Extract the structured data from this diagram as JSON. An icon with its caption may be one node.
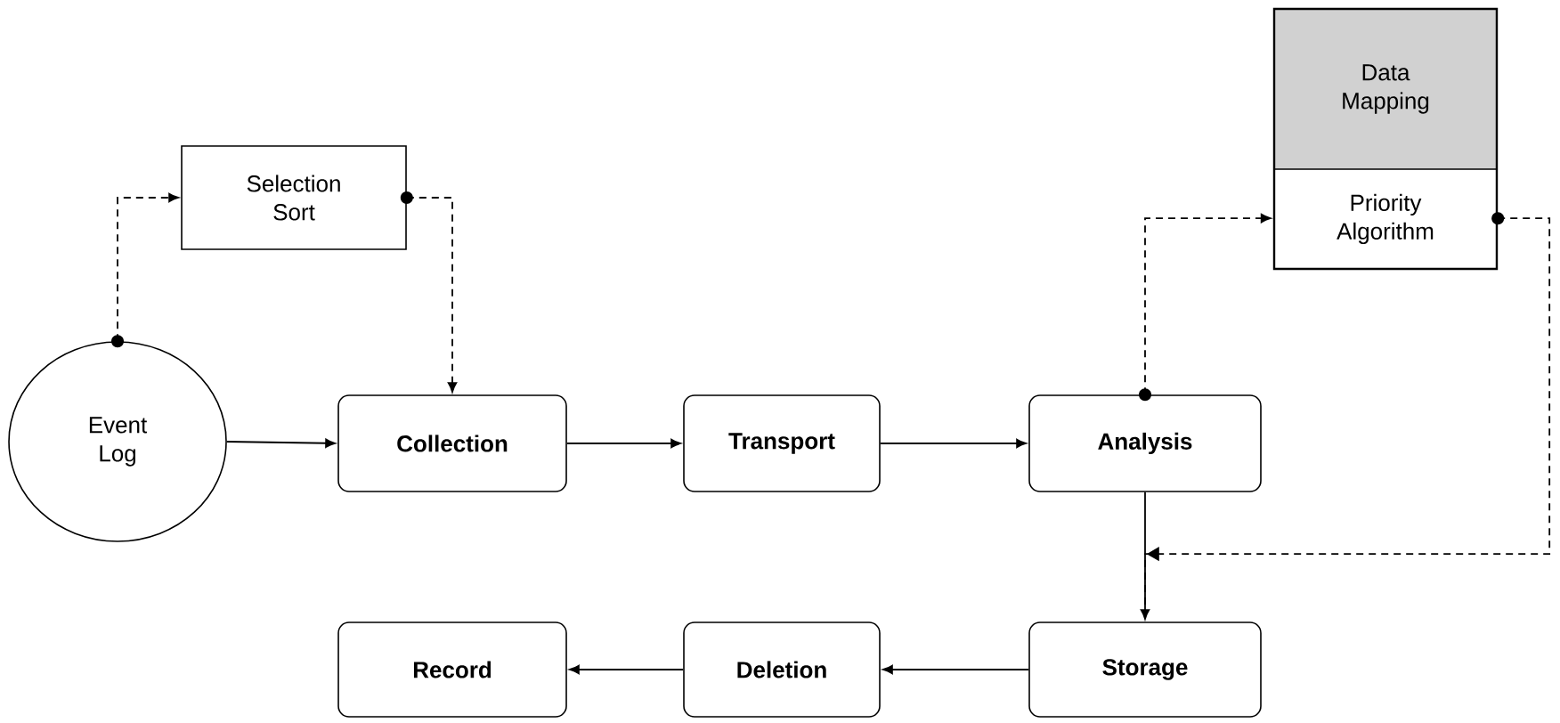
{
  "diagram": {
    "nodes": [
      {
        "text": [
          "Event Log"
        ]
      },
      {
        "text": [
          "Selection Sort"
        ]
      },
      {
        "text": [
          "Collection"
        ]
      },
      {
        "text": [
          "Transport"
        ]
      },
      {
        "text": [
          "Analysis"
        ]
      },
      {
        "text": [
          "Data Mapping",
          "Priority Algorithm"
        ]
      },
      {
        "text": [
          "Storage"
        ]
      },
      {
        "text": [
          "Deletion"
        ]
      },
      {
        "text": [
          "Record"
        ]
      }
    ],
    "edges": [
      {
        "from": 0,
        "to": 2,
        "arrow": "to"
      },
      {
        "from": 2,
        "to": 3,
        "arrow": "to"
      },
      {
        "from": 3,
        "to": 4,
        "arrow": "to"
      },
      {
        "from": 4,
        "to": 6,
        "arrow": "to"
      },
      {
        "from": 6,
        "to": 7,
        "arrow": "to"
      },
      {
        "from": 7,
        "to": 8,
        "arrow": "to"
      },
      {
        "from": 0,
        "to": 1,
        "arrow": "to",
        "style": "dashed"
      },
      {
        "from": 1,
        "to": 2,
        "arrow": "to",
        "style": "dashed"
      },
      {
        "from": 4,
        "to": 5,
        "arrow": "to",
        "style": "dashed"
      },
      {
        "from": 5,
        "to": 6,
        "arrow": "to",
        "style": "dashed"
      }
    ]
  }
}
